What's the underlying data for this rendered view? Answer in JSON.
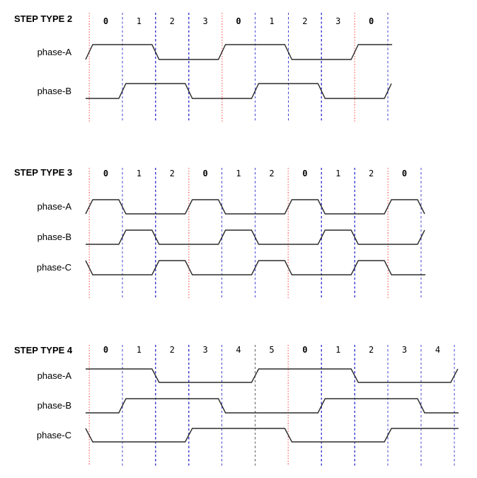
{
  "diagram": {
    "type": "stepper-motor-timing-diagram",
    "colors": {
      "background": "#ffffff",
      "waveform": "#2b2b2b",
      "cycle_start_line": "#ff8585",
      "step_line": "#4343d2",
      "alt_step_line": "#5c5c5c",
      "text": "#000000"
    },
    "bold_step_label": "0",
    "sections": [
      {
        "title": "STEP TYPE 2",
        "steps": [
          "0",
          "1",
          "2",
          "3",
          "0",
          "1",
          "2",
          "3",
          "0"
        ],
        "boundary_lines": [
          "red",
          "blue",
          "blue",
          "blue",
          "red",
          "blue",
          "blue",
          "blue",
          "red",
          "blue"
        ],
        "phases": [
          {
            "label": "phase-A",
            "pre": 0,
            "levels": [
              1,
              1,
              0,
              0,
              1,
              1,
              0,
              0,
              1
            ],
            "post": 1
          },
          {
            "label": "phase-B",
            "pre": 0,
            "levels": [
              0,
              1,
              1,
              0,
              0,
              1,
              1,
              0,
              0
            ],
            "post": 1
          }
        ]
      },
      {
        "title": "STEP TYPE 3",
        "steps": [
          "0",
          "1",
          "2",
          "0",
          "1",
          "2",
          "0",
          "1",
          "2",
          "0"
        ],
        "boundary_lines": [
          "red",
          "blue",
          "blue",
          "red",
          "blue",
          "blue",
          "red",
          "blue",
          "blue",
          "red",
          "blue"
        ],
        "phases": [
          {
            "label": "phase-A",
            "pre": 0,
            "levels": [
              1,
              0,
              0,
              1,
              0,
              0,
              1,
              0,
              0,
              1
            ],
            "post": 0
          },
          {
            "label": "phase-B",
            "pre": 0,
            "levels": [
              0,
              1,
              0,
              0,
              1,
              0,
              0,
              1,
              0,
              0
            ],
            "post": 1
          },
          {
            "label": "phase-C",
            "pre": 1,
            "levels": [
              0,
              0,
              1,
              0,
              0,
              1,
              0,
              0,
              1,
              0
            ],
            "post": 0
          }
        ]
      },
      {
        "title": "STEP TYPE 4",
        "steps": [
          "0",
          "1",
          "2",
          "3",
          "4",
          "5",
          "0",
          "1",
          "2",
          "3",
          "4"
        ],
        "boundary_lines": [
          "red",
          "blue",
          "blue",
          "blue",
          "blue",
          "dark",
          "red",
          "blue",
          "blue",
          "blue",
          "blue",
          "blue"
        ],
        "phases": [
          {
            "label": "phase-A",
            "pre": 1,
            "levels": [
              1,
              1,
              0,
              0,
              0,
              1,
              1,
              1,
              0,
              0,
              0
            ],
            "post": 1
          },
          {
            "label": "phase-B",
            "pre": 0,
            "levels": [
              0,
              1,
              1,
              1,
              0,
              0,
              0,
              1,
              1,
              1,
              0
            ],
            "post": 0
          },
          {
            "label": "phase-C",
            "pre": 1,
            "levels": [
              0,
              0,
              0,
              1,
              1,
              1,
              0,
              0,
              0,
              1,
              1
            ],
            "post": 1
          }
        ]
      }
    ]
  }
}
